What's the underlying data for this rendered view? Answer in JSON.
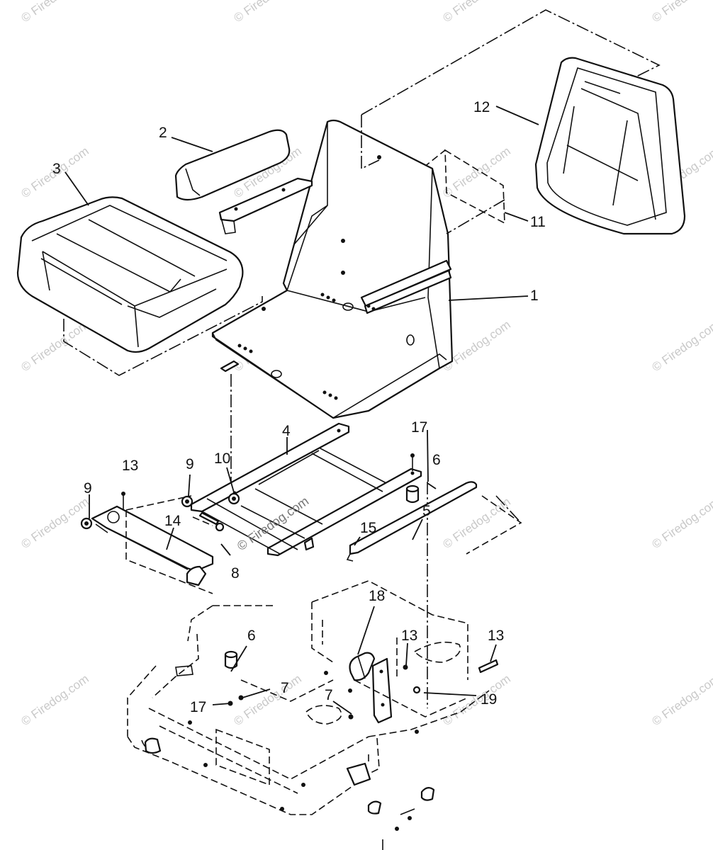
{
  "diagram": {
    "callouts": {
      "c1": "1",
      "c2": "2",
      "c3": "3",
      "c4": "4",
      "c5": "5",
      "c6a": "6",
      "c6b": "6",
      "c7a": "7",
      "c7b": "7",
      "c8": "8",
      "c9a": "9",
      "c9b": "9",
      "c10": "10",
      "c11": "11",
      "c12": "12",
      "c13a": "13",
      "c13b": "13",
      "c13c": "13",
      "c14": "14",
      "c15": "15",
      "c17a": "17",
      "c17b": "17",
      "c18": "18",
      "c19": "19"
    },
    "watermark": "© Firedog.com",
    "watermark_tile": "© Firedog.com",
    "watermark_inline": "© Firedog.com"
  }
}
